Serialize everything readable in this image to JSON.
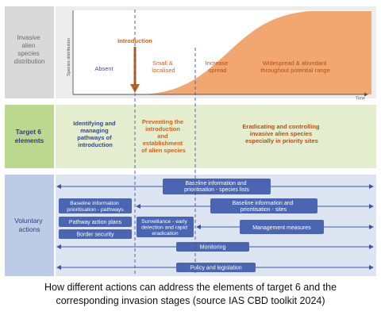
{
  "top_panel": {
    "side_label": [
      "Invasive",
      "alien",
      "species",
      "distribution"
    ],
    "y_axis_label": "Species distribution",
    "x_axis_label": "Time",
    "introduction_label": "Introduction",
    "stages": {
      "absent": "Absent",
      "small": [
        "Small &",
        "localised"
      ],
      "increase": [
        "Increase",
        "spread"
      ],
      "widespread": [
        "Widespread & abundant",
        "throughout potential range"
      ]
    }
  },
  "middle_panel": {
    "side_label": [
      "Target 6",
      "elements"
    ],
    "col1": [
      "Identifying and",
      "managing",
      "pathways of",
      "introduction"
    ],
    "col2": [
      "Preventing the",
      "introduction",
      "and",
      "establishment",
      "of alien species"
    ],
    "col3": [
      "Eradicating and controlling",
      "invasive alien species",
      "especially in priority sites"
    ]
  },
  "bottom_panel": {
    "side_label": [
      "Voluntary",
      "actions"
    ],
    "bars": {
      "baseline_species": [
        "Baseline information and",
        "prioritisation - species lists"
      ],
      "baseline_pathways": [
        "Baseline information",
        "prioritisation - pathways"
      ],
      "baseline_sites": [
        "Baseline information and",
        "prioritisation - sites"
      ],
      "pathway_plans": "Pathway action plans",
      "surveillance": [
        "Surveillance - early",
        "detection and rapid",
        "eradication"
      ],
      "management": "Management measures",
      "border": "Border security",
      "monitoring": "Monitoring",
      "policy": "Policy and legislation"
    }
  },
  "caption": [
    "How different actions can address the elements of target 6 and the",
    "corresponding invasion stages (source IAS CBD toolkit 2024)"
  ],
  "colors": {
    "grey_band": "#d9d9d9",
    "green_band": "#e4eecf",
    "green_side": "#bcd88f",
    "blue_band": "#dde5f3",
    "blue_side": "#bccbe6",
    "orange": "#f2a670",
    "dark_orange": "#d4601c",
    "navy": "#3b56a3",
    "bar": "#4a66b2"
  }
}
